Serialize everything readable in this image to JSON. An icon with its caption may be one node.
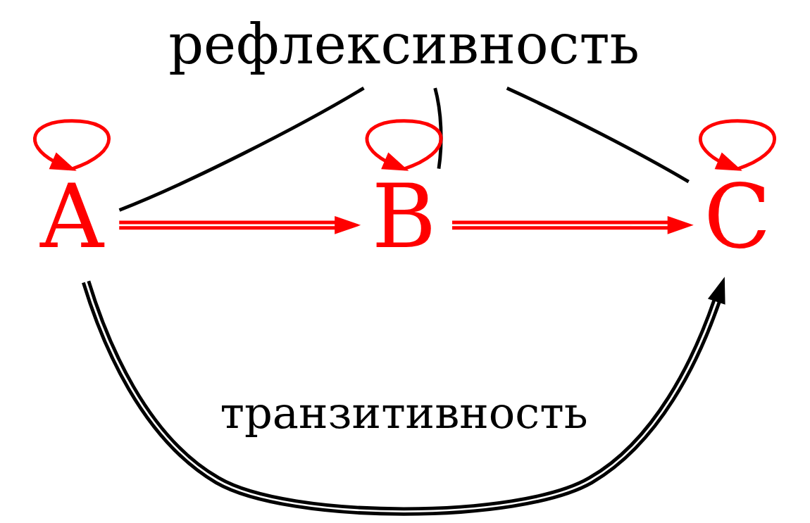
{
  "diagram": {
    "nodes": [
      {
        "text": [
          "рефлексивность"
        ]
      },
      {
        "text": [
          "A"
        ]
      },
      {
        "text": [
          "B"
        ]
      },
      {
        "text": [
          "C"
        ]
      }
    ],
    "edges": [
      {
        "from": 0,
        "to": 1,
        "arrow": "none",
        "color": "#000000"
      },
      {
        "from": 0,
        "to": 2,
        "arrow": "none",
        "color": "#000000"
      },
      {
        "from": 0,
        "to": 3,
        "arrow": "none",
        "color": "#000000"
      },
      {
        "from": 1,
        "to": 1,
        "arrow": "to"
      },
      {
        "from": 2,
        "to": 2,
        "arrow": "to"
      },
      {
        "from": 3,
        "to": 3,
        "arrow": "to"
      },
      {
        "from": 1,
        "to": 2,
        "arrow": "to"
      },
      {
        "from": 2,
        "to": 3,
        "arrow": "to"
      },
      {
        "from": 1,
        "to": 3,
        "arrow": "to",
        "label": "транзитивность",
        "color": "#000000"
      }
    ]
  }
}
